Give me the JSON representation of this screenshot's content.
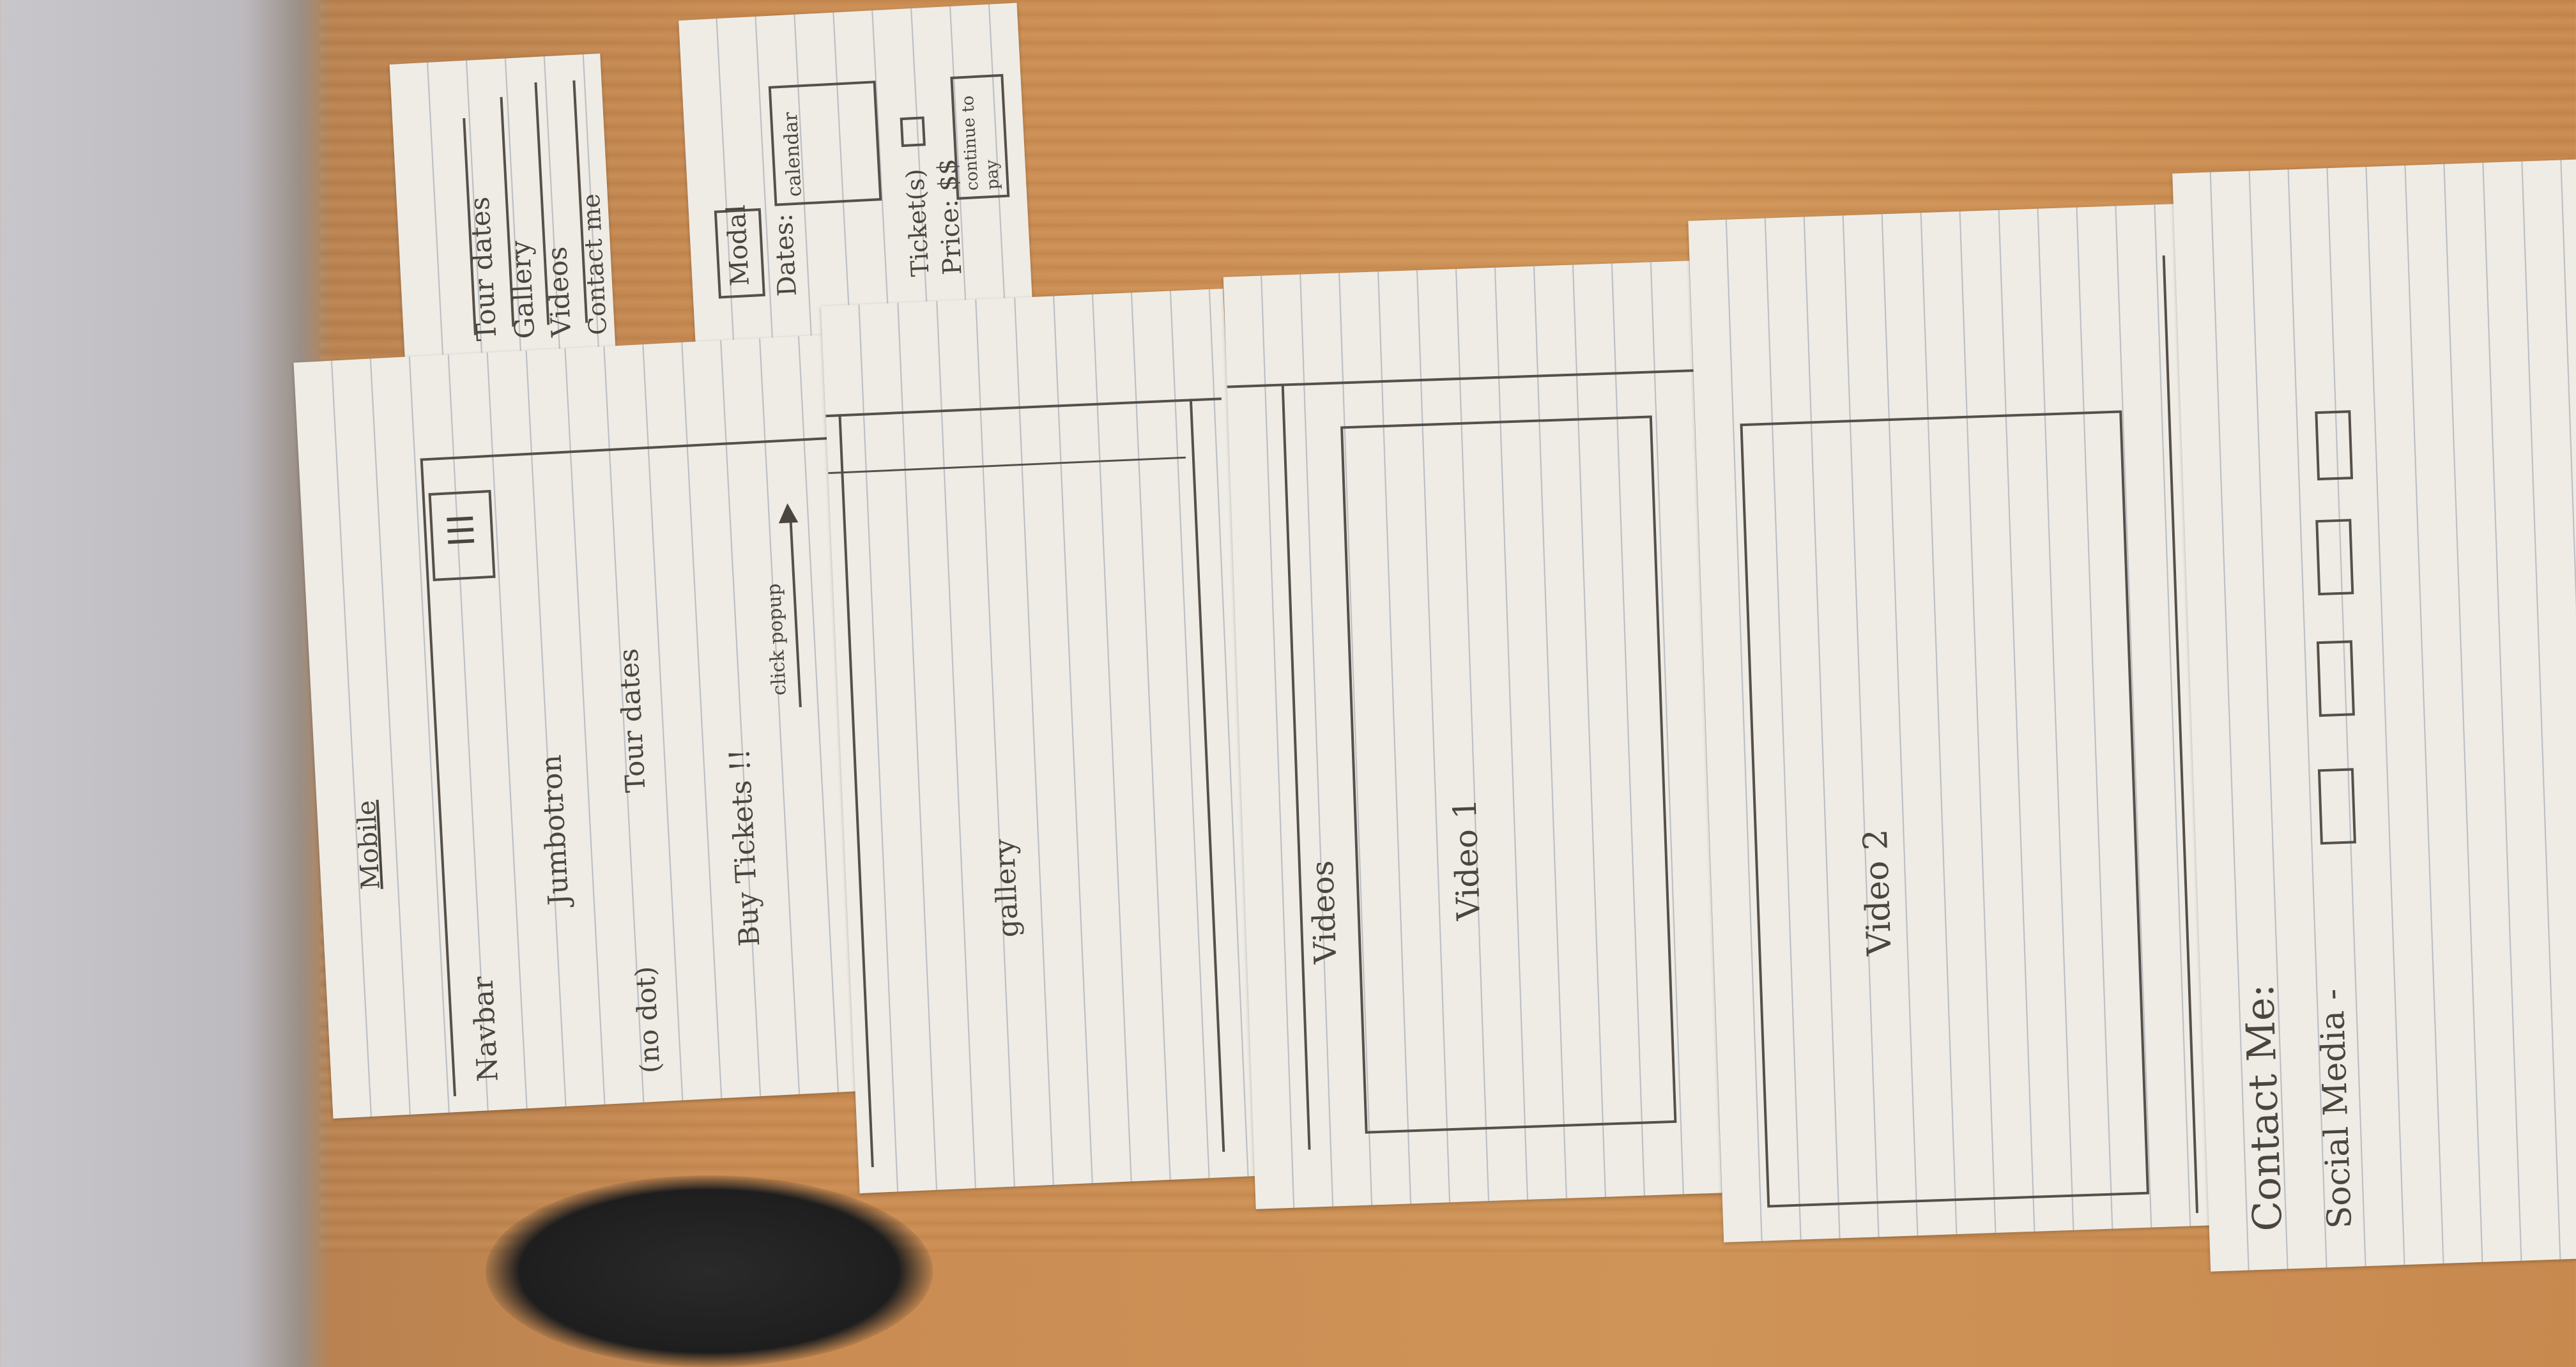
{
  "menu_card": {
    "items": [
      "Tour dates",
      "Gallery",
      "Videos",
      "Contact me"
    ]
  },
  "modal_card": {
    "title": "Modal",
    "dates_label": "Dates:",
    "calendar_label": "calendar",
    "tickets_label": "Ticket(s)",
    "price_label": "Price: $$",
    "checkout_label": "continue to pay"
  },
  "mobile_page": {
    "heading": "Mobile",
    "navbar": "Navbar",
    "jumbotron": "Jumbotron",
    "no_dot": "(no dot)",
    "tour_dates": "Tour dates",
    "buy_tickets": "Buy Tickets !!",
    "click_popup": "click popup"
  },
  "gallery_page": {
    "label": "gallery"
  },
  "videos_page": {
    "heading": "Videos",
    "video1": "Video 1"
  },
  "video2_page": {
    "video2": "Video 2"
  },
  "contact_page": {
    "contact": "Contact Me:",
    "social": "Social Media -"
  }
}
